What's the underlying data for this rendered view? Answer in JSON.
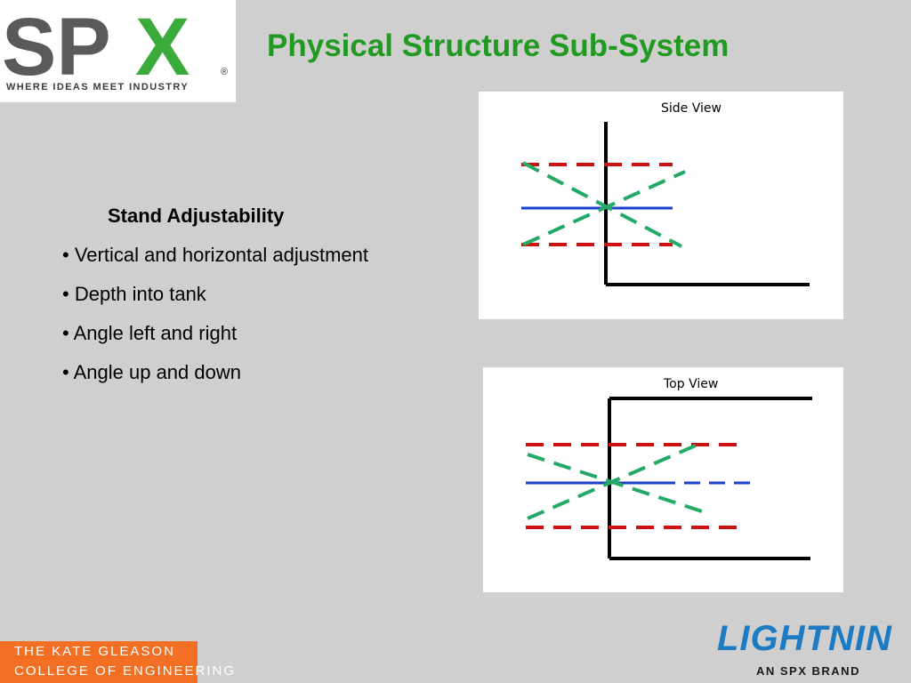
{
  "logo": {
    "text": "SPX",
    "registered": "®",
    "tagline": "WHERE IDEAS MEET INDUSTRY"
  },
  "title": "Physical Structure Sub-System",
  "content": {
    "heading": "Stand Adjustability",
    "bullets": [
      "• Vertical and horizontal adjustment",
      "• Depth into tank",
      "• Angle left and right",
      "• Angle up and down"
    ]
  },
  "diagrams": {
    "side_view": {
      "caption": "Side View"
    },
    "top_view": {
      "caption": "Top View"
    }
  },
  "footer": {
    "college_line1": "THE KATE GLEASON",
    "college_line2": "COLLEGE OF ENGINEERING",
    "brand_name": "LIGHTNIN",
    "brand_sub": "AN SPX BRAND"
  },
  "colors": {
    "title_green": "#229a22",
    "college_orange": "#f26f24",
    "brand_blue": "#1d7bc4",
    "line_red": "#cc1111",
    "line_green": "#22aa66",
    "line_blue": "#1a3fcc"
  }
}
